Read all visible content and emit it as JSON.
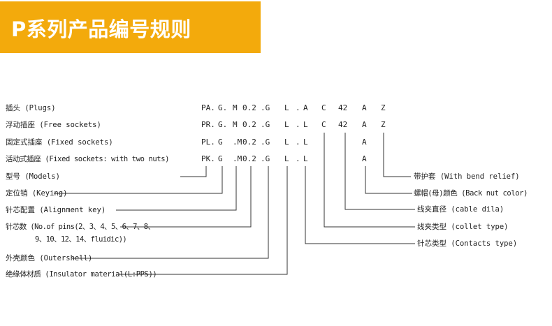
{
  "header": {
    "title": "P系列产品编号规则"
  },
  "rows": [
    {
      "label": "插头 (Plugs)",
      "codes": [
        "PA.",
        "G.",
        "M",
        "0.2",
        ".G",
        "L",
        ".",
        "A",
        "C",
        "42",
        "A",
        "Z"
      ]
    },
    {
      "label": "浮动插座 (Free sockets)",
      "codes": [
        "PR.",
        "G.",
        "M",
        "0.2",
        ".G",
        "L",
        ".",
        "L",
        "C",
        "42",
        "A",
        "Z"
      ]
    },
    {
      "label": "固定式插座 (Fixed sockets)",
      "codes": [
        "PL.",
        "G",
        ".M",
        "0.2",
        ".G",
        "L",
        ".",
        "L",
        "",
        "",
        "A",
        ""
      ]
    },
    {
      "label": "活动式插座 (Fixed sockets: with two nuts)",
      "codes": [
        "PK.",
        "G",
        ".M",
        "0.2",
        ".G",
        "L",
        ".",
        "L",
        "",
        "",
        "A",
        ""
      ]
    }
  ],
  "left_legend": [
    "型号 (Models)",
    "定位销 (Keying)",
    "针芯配置 (Alignment key)",
    "针芯数 (No.of pins(2、3、4、5、6、7、8、",
    "9、10、12、14、fluidic))",
    "外壳颜色 (Outershell)",
    "绝缘体材质 (Insulator material(L:PPS))"
  ],
  "right_legend": [
    "带护套 (With bend relief)",
    "螺帽(母)颜色 (Back nut color)",
    "线夹直径 (cable dila)",
    "线夹类型 (collet type)",
    "针芯类型 (Contacts type)"
  ]
}
